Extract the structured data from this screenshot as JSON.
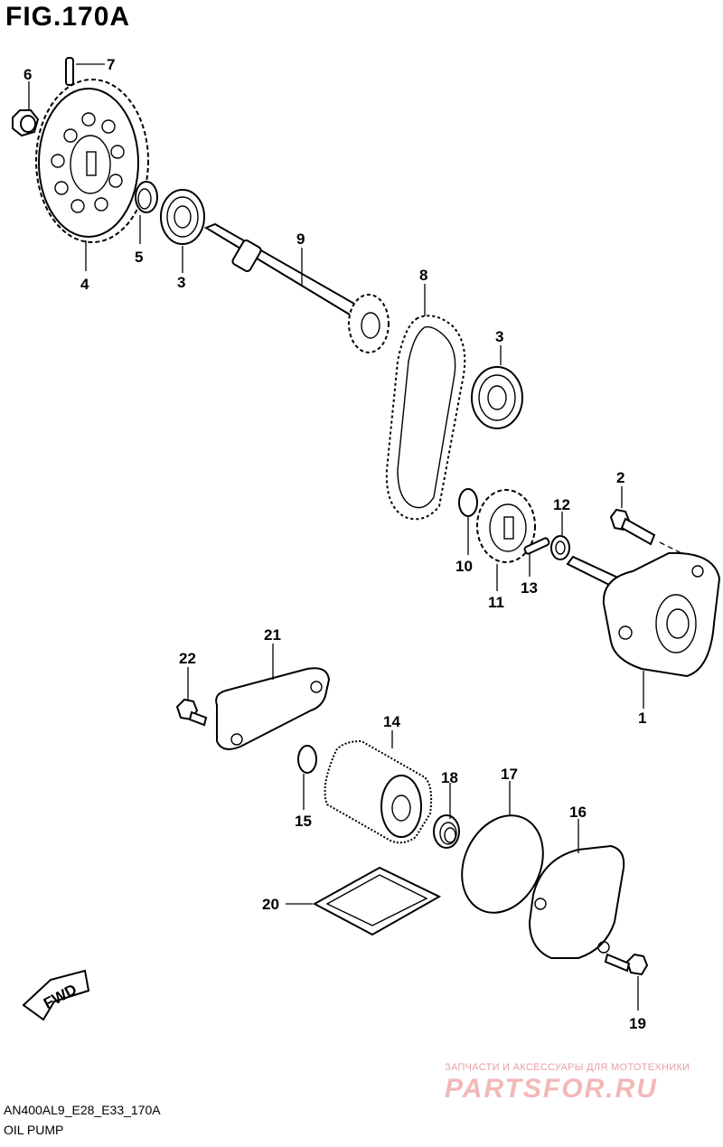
{
  "header": {
    "figure_title": "FIG.170A"
  },
  "footer": {
    "model_code": "AN400AL9_E28_E33_170A",
    "caption": "OIL PUMP"
  },
  "watermark": {
    "tagline": "ЗАПЧАСТИ И АКСЕССУАРЫ ДЛЯ МОТОТЕХНИКИ",
    "logo": "PARTSFOR.RU"
  },
  "fwd_arrow": {
    "label": "FWD"
  },
  "callouts": {
    "c1": "1",
    "c2": "2",
    "c3a": "3",
    "c3b": "3",
    "c4": "4",
    "c5": "5",
    "c6": "6",
    "c7": "7",
    "c8": "8",
    "c9": "9",
    "c10": "10",
    "c11": "11",
    "c12": "12",
    "c13": "13",
    "c14": "14",
    "c15": "15",
    "c16": "16",
    "c17": "17",
    "c18": "18",
    "c19": "19",
    "c20": "20",
    "c21": "21",
    "c22": "22"
  }
}
